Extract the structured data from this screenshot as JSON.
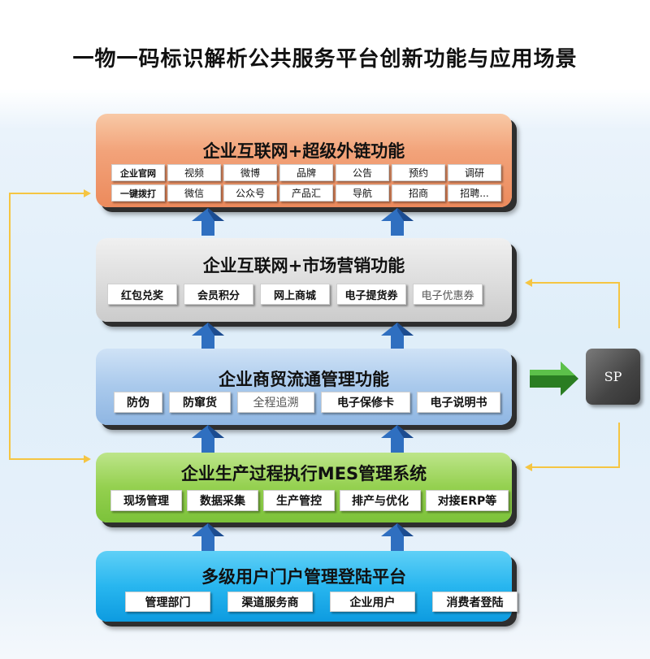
{
  "title": "一物一码标识解析公共服务平台创新功能与应用场景",
  "layers": [
    {
      "title": "企业互联网+超级外链功能",
      "rows": [
        [
          "企业官网",
          "视频",
          "微博",
          "品牌",
          "公告",
          "预约",
          "调研"
        ],
        [
          "一键拨打",
          "微信",
          "公众号",
          "产品汇",
          "导航",
          "招商",
          "招聘..."
        ]
      ]
    },
    {
      "title": "企业互联网+市场营销功能",
      "items": [
        "红包兑奖",
        "会员积分",
        "网上商城",
        "电子提货券",
        "电子优惠券"
      ]
    },
    {
      "title": "企业商贸流通管理功能",
      "items": [
        "防伪",
        "防窜货",
        "全程追溯",
        "电子保修卡",
        "电子说明书"
      ]
    },
    {
      "title": "企业生产过程执行MES管理系统",
      "items": [
        "现场管理",
        "数据采集",
        "生产管控",
        "排产与优化",
        "对接ERP等"
      ]
    },
    {
      "title": "多级用户门户管理登陆平台",
      "items": [
        "管理部门",
        "渠道服务商",
        "企业用户",
        "消费者登陆"
      ]
    }
  ],
  "sp_label": "SP",
  "colors": {
    "layer1": "#f2a37a",
    "layer2": "#dedede",
    "layer3": "#a9c9ec",
    "layer4": "#94d04f",
    "layer5": "#28b6ef",
    "arrow_blue": "#2f6fc0",
    "arrow_green": "#3aa12f",
    "connector": "#f5c542"
  }
}
